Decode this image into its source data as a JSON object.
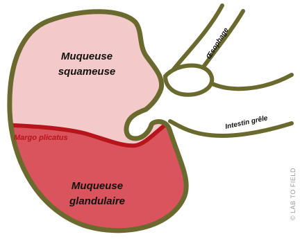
{
  "diagram": {
    "labels": {
      "squamous": [
        "Muqueuse",
        "squameuse"
      ],
      "margo": "Margo plicatus",
      "glandular": [
        "Muqueuse",
        "glandulaire"
      ],
      "oesophagus": "Œsophage",
      "intestine": "Intestin grêle"
    },
    "credit": "© LAB TO FIELD",
    "colors": {
      "wall": "#6b6a2e",
      "squamous_fill": "#f3c9c9",
      "glandular_fill": "#d9545c",
      "margo_line": "#b8141b",
      "margo_text": "#b8141b",
      "label_text": "#111111"
    }
  }
}
